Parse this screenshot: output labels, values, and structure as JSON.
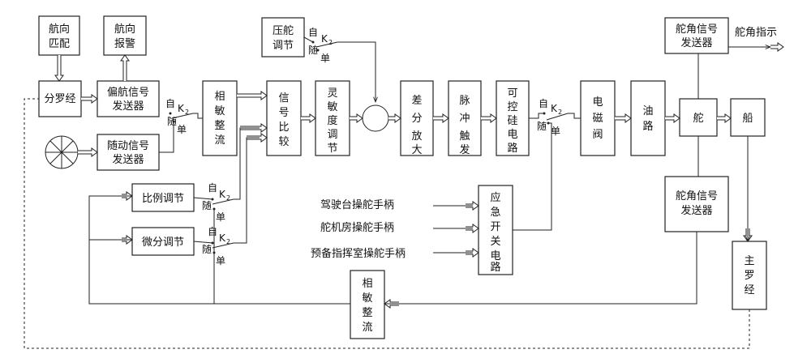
{
  "blocks": {
    "heading_match": "航向匹配",
    "heading_alarm": "航向报警",
    "gyrocompass": "分罗经",
    "deviation_sender": "偏航信号发送器",
    "follow_sender": "随动信号发送器",
    "phase_rect_top": "相敏整流",
    "pressure_adjust": "压舵调节",
    "signal_compare": "信号比较",
    "sensitivity_adjust": "灵敏度调节",
    "diff_amp": "差分放大",
    "pulse_trigger": "脉冲触发",
    "scr_circuit": "可控硅电路",
    "solenoid_valve": "电磁阀",
    "oil_path": "油路",
    "rudder": "舵",
    "ship": "船",
    "rudder_sender_top": "舵角信号发送器",
    "rudder_sender_bottom": "舵角信号发送器",
    "master_compass": "主罗经",
    "proportional": "比例调节",
    "differential": "微分调节",
    "emergency_switch": "应急开关电路",
    "phase_rect_bottom": "相敏整流"
  },
  "labels": {
    "rudder_indicator": "舵角指示",
    "handle_bridge": "驾驶台操舵手柄",
    "handle_engine": "舵机房操舵手柄",
    "handle_spare": "预备指挥室操舵手柄"
  },
  "switch": {
    "auto": "自",
    "follow": "随",
    "single": "单",
    "k": "K",
    "k_sub": "2"
  }
}
